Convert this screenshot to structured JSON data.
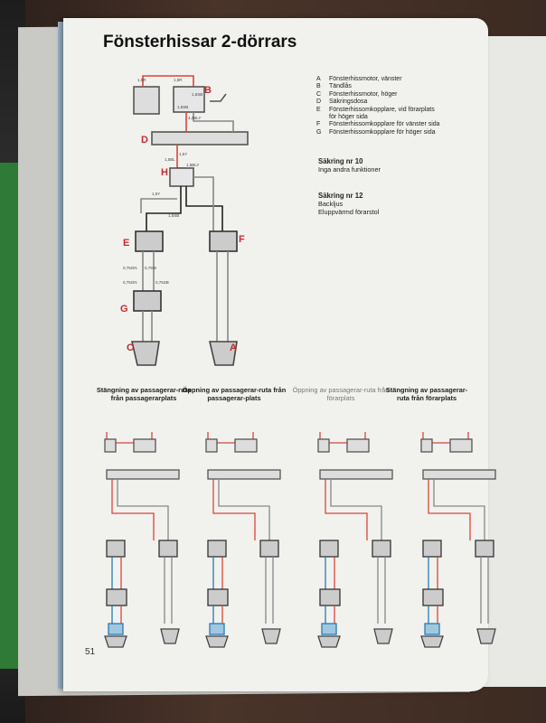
{
  "title": "Fönsterhissar 2-dörrars",
  "legend": [
    {
      "key": "A",
      "text": "Fönsterhissmotor, vänster"
    },
    {
      "key": "B",
      "text": "Tändlås"
    },
    {
      "key": "C",
      "text": "Fönsterhissmotor, höger"
    },
    {
      "key": "D",
      "text": "Säkringsdosa"
    },
    {
      "key": "E",
      "text": "Fönsterhissomkopplare, vid förarplats"
    },
    {
      "key": "",
      "text": "för höger sida"
    },
    {
      "key": "F",
      "text": "Fönsterhissomkopplare för vänster sida"
    },
    {
      "key": "G",
      "text": "Fönsterhissomkopplare för höger sida"
    }
  ],
  "fuse10": {
    "heading": "Säkring nr 10",
    "text": "Inga andra funktioner"
  },
  "fuse12": {
    "heading": "Säkring nr 12",
    "lines": [
      "Backljus",
      "Eluppvärmd förarstol"
    ]
  },
  "diagram_labels": {
    "A": "A",
    "B": "B",
    "C": "C",
    "D": "D",
    "E": "E",
    "F": "F",
    "G": "G",
    "H": "H"
  },
  "wire_labels": [
    "1,5R",
    "1,5R",
    "1,5SB",
    "1,5SB",
    "4,0BLY",
    "1,5Y",
    "1,5BL",
    "1,5BLY",
    "1,5Y",
    "1,5SB",
    "0,75GN",
    "0,75W",
    "0,75GN",
    "0,75SB"
  ],
  "captions": [
    "Stängning av passagerar-ruta från passagerarplats",
    "Öppning av passagerar-ruta från passagerar-plats",
    "Öppning av passagerar-ruta från förarplats",
    "Stängning av passagerar-ruta från förarplats"
  ],
  "page_number": "51",
  "colors": {
    "wire_red": "#d9463b",
    "wire_blue": "#2b7bb0",
    "wire_black": "#222222",
    "page": "#f1f1ee"
  }
}
